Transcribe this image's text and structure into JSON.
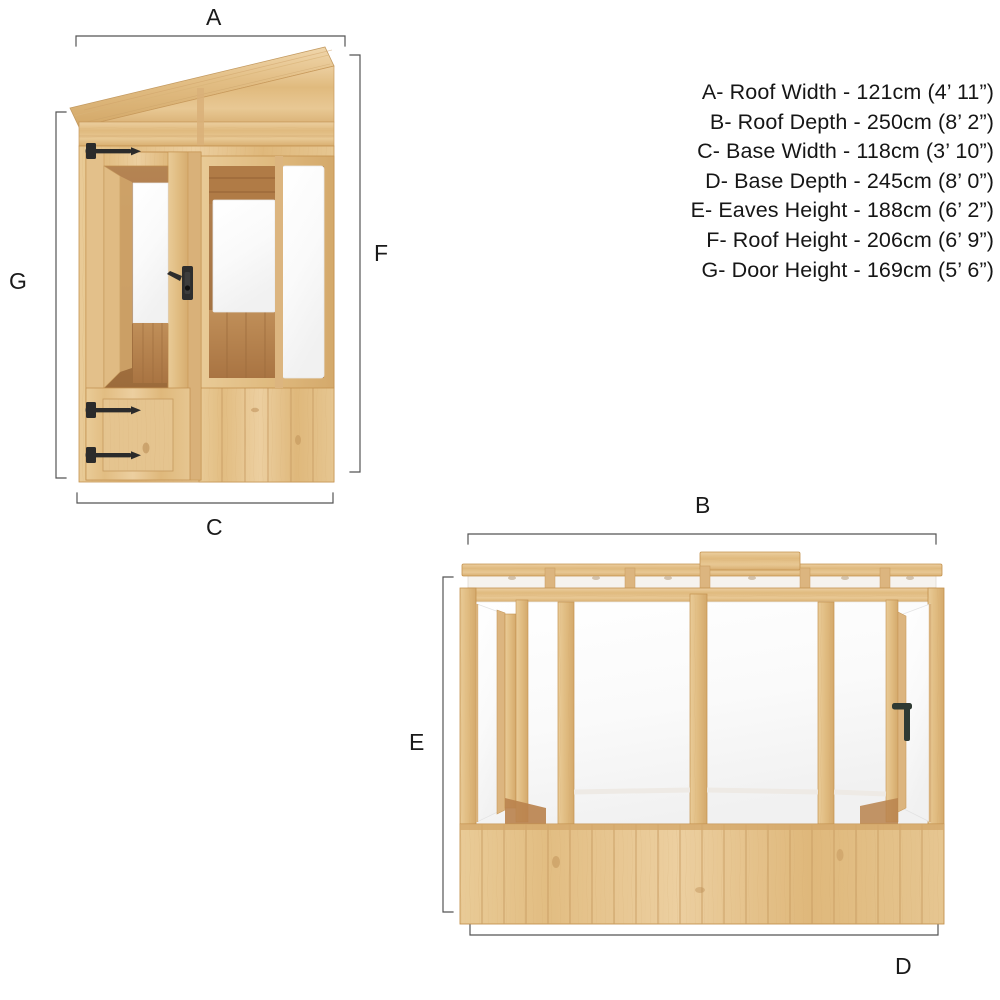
{
  "page": {
    "background": "#ffffff",
    "title": "Greenhouse dimensions diagram"
  },
  "legend": {
    "lines": [
      "A- Roof Width - 121cm (4’ 11”)",
      "B- Roof Depth - 250cm (8’ 2”)",
      "C- Base Width - 118cm (3’ 10”)",
      "D- Base Depth - 245cm (8’ 0”)",
      "E- Eaves Height - 188cm (6’ 2”)",
      "F- Roof Height - 206cm (6’ 9”)",
      "G- Door Height - 169cm (5’ 6”)"
    ],
    "entries": [
      {
        "key": "A",
        "name": "Roof Width",
        "metric": "121cm",
        "imperial": "4’ 11”"
      },
      {
        "key": "B",
        "name": "Roof Depth",
        "metric": "250cm",
        "imperial": "8’ 2”"
      },
      {
        "key": "C",
        "name": "Base Width",
        "metric": "118cm",
        "imperial": "3’ 10”"
      },
      {
        "key": "D",
        "name": "Base Depth",
        "metric": "245cm",
        "imperial": "8’ 0”"
      },
      {
        "key": "E",
        "name": "Eaves Height",
        "metric": "188cm",
        "imperial": "6’ 2”"
      },
      {
        "key": "F",
        "name": "Roof Height",
        "metric": "206cm",
        "imperial": "6’ 9”"
      },
      {
        "key": "G",
        "name": "Door Height",
        "metric": "169cm",
        "imperial": "5’ 6”"
      }
    ]
  },
  "views": {
    "front": {
      "name": "front-elevation",
      "dimension_marks": {
        "top": "A",
        "bottom": "C",
        "left": "G",
        "right": "F"
      }
    },
    "side": {
      "name": "side-elevation",
      "dimension_marks": {
        "top": "B",
        "bottom": "D",
        "left": "E"
      }
    }
  },
  "colors": {
    "wood_light": "#e7c791",
    "wood_mid": "#dcb378",
    "wood_dark": "#c89a5c",
    "wood_shadow": "#b07f46",
    "wood_interior": "#b9824c",
    "glass": "#fdfdfd",
    "glass_edge": "#ededed",
    "hardware": "#2e2e2e",
    "dimension_line": "#555555",
    "text": "#1a1a1a"
  }
}
